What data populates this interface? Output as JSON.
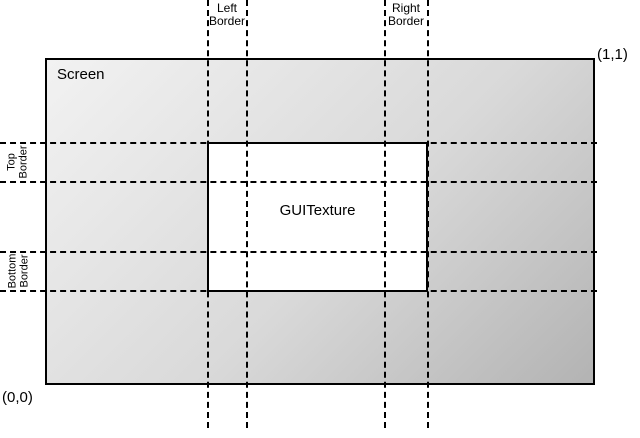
{
  "diagram": {
    "screen_label": "Screen",
    "texture_label": "GUITexture",
    "coords": {
      "origin": "(0,0)",
      "unit": "(1,1)"
    },
    "borders": {
      "left": {
        "line1": "Left",
        "line2": "Border"
      },
      "right": {
        "line1": "Right",
        "line2": "Border"
      },
      "top": {
        "line1": "Top",
        "line2": "Border"
      },
      "bottom": {
        "line1": "Bottom",
        "line2": "Border"
      }
    },
    "colors": {
      "line": "#000000",
      "screen_gradient_start": "#f2f2f2",
      "screen_gradient_end": "#b3b3b3",
      "texture_fill": "#ffffff",
      "page_background": "#ffffff"
    }
  }
}
